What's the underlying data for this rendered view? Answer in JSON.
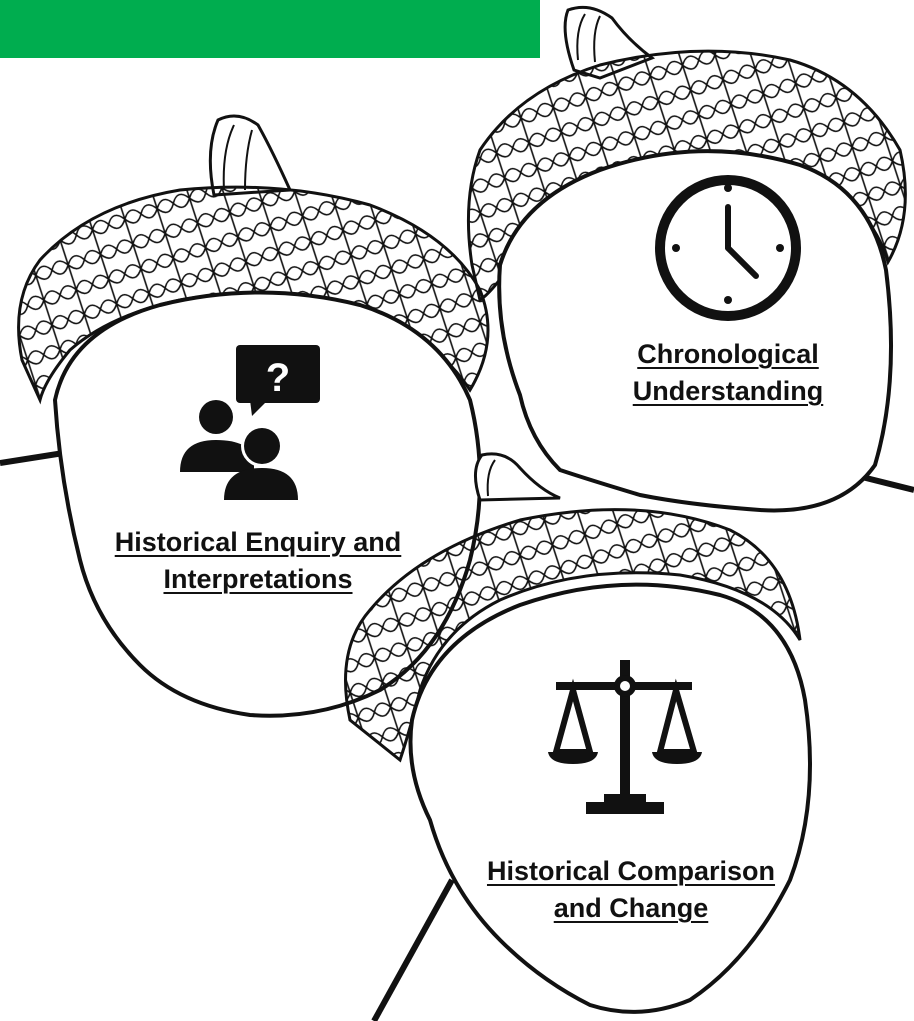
{
  "banner": {
    "color": "#00ad4f",
    "text": ""
  },
  "acorns": [
    {
      "id": "enquiry",
      "title_line1": "Historical Enquiry and",
      "title_line2": "Interpretations",
      "icon": "people-question-icon"
    },
    {
      "id": "chronological",
      "title_line1": "Chronological",
      "title_line2": "Understanding",
      "icon": "clock-icon"
    },
    {
      "id": "comparison",
      "title_line1": "Historical Comparison",
      "title_line2": "and Change",
      "icon": "balance-scale-icon"
    }
  ],
  "colors": {
    "outline": "#111111",
    "fill": "#ffffff",
    "accent": "#00ad4f"
  }
}
